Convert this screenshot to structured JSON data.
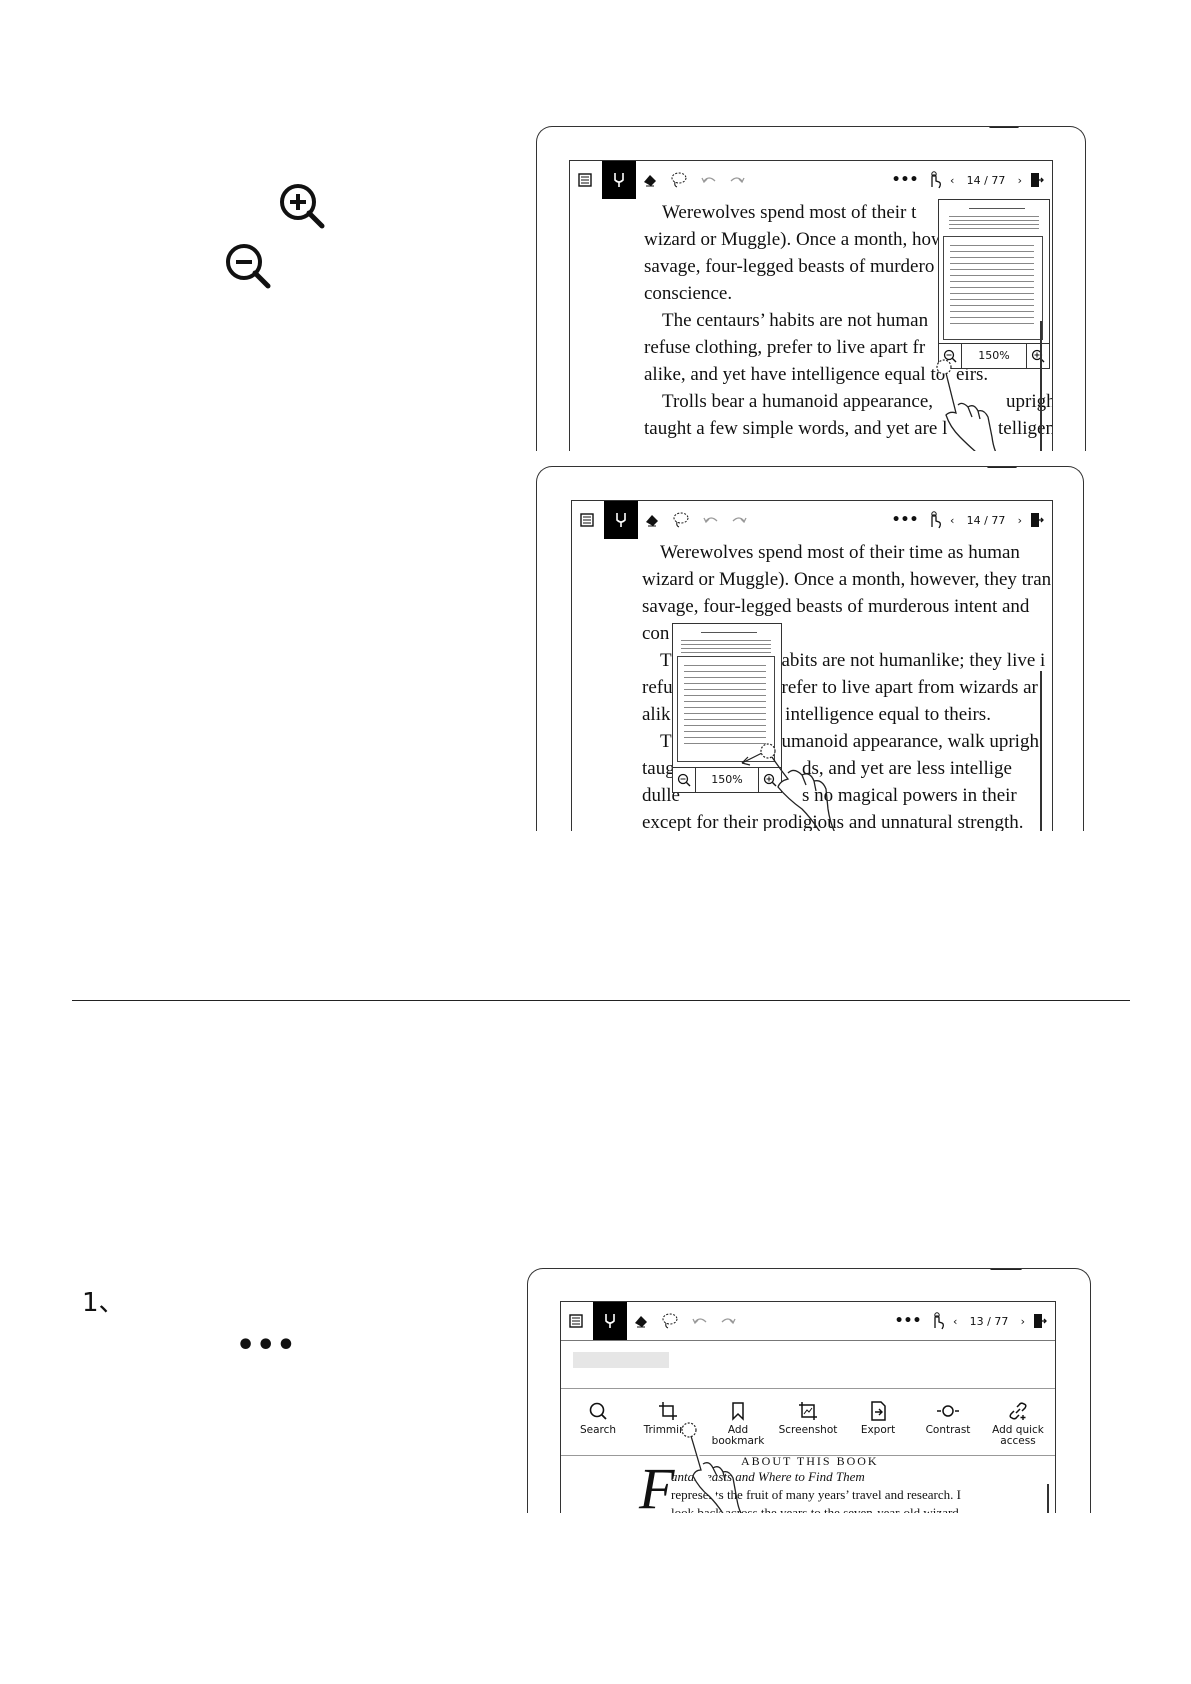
{
  "left": {
    "step_number": "1、",
    "more_glyph": "•••"
  },
  "device_top": {
    "page_indicator": "14 / 77",
    "zoom_percent": "150%",
    "lines": [
      "Werewolves spend most of their t",
      "wizard or Muggle). Once a month, how",
      "savage, four-legged beasts of murdero",
      "conscience.",
      "The centaurs’ habits are not human",
      "refuse clothing, prefer to live apart fr",
      "alike, and yet have intelligence equal to ",
      "Trolls bear a humanoid appearance,",
      "taught a few simple words, and yet are l"
    ],
    "overlay_text": [
      "eirs.",
      "uprigh",
      "telligen"
    ]
  },
  "device_middle": {
    "page_indicator": "14 / 77",
    "zoom_percent": "150%",
    "lines": [
      "Werewolves spend most of their time as human",
      "wizard or Muggle). Once a month, however, they tran",
      "savage, four-legged beasts of murderous intent and",
      "con",
      "T",
      "refu",
      "alik",
      "T",
      "taug",
      "dulle",
      "except for their prodigious and unnatural strength."
    ],
    "right_fragments": [
      "habits are not humanlike; they live i",
      "prefer to live apart from wizards ar",
      "e intelligence equal to theirs.",
      "humanoid appearance, walk uprigh",
      "ds, and yet are less intellige",
      "s no magical powers in their"
    ]
  },
  "device_bottom": {
    "page_indicator": "13 / 77",
    "menu": [
      {
        "label": "Search",
        "icon": "search-icon"
      },
      {
        "label": "Trimming",
        "icon": "trim-icon"
      },
      {
        "label": "Add bookmark",
        "icon": "bookmark-icon"
      },
      {
        "label": "Screenshot",
        "icon": "screenshot-icon"
      },
      {
        "label": "Export",
        "icon": "export-icon"
      },
      {
        "label": "Contrast",
        "icon": "contrast-icon"
      },
      {
        "label": "Add quick access",
        "icon": "quick-access-icon"
      }
    ],
    "heading": "ABOUT THIS BOOK",
    "dropcap": "F",
    "lines": [
      "antast   easts  and  Where  to  Find  Them",
      "represents the fruit of many years’ travel and research. I",
      "look back across the years to the seven-year-old wizard"
    ]
  }
}
